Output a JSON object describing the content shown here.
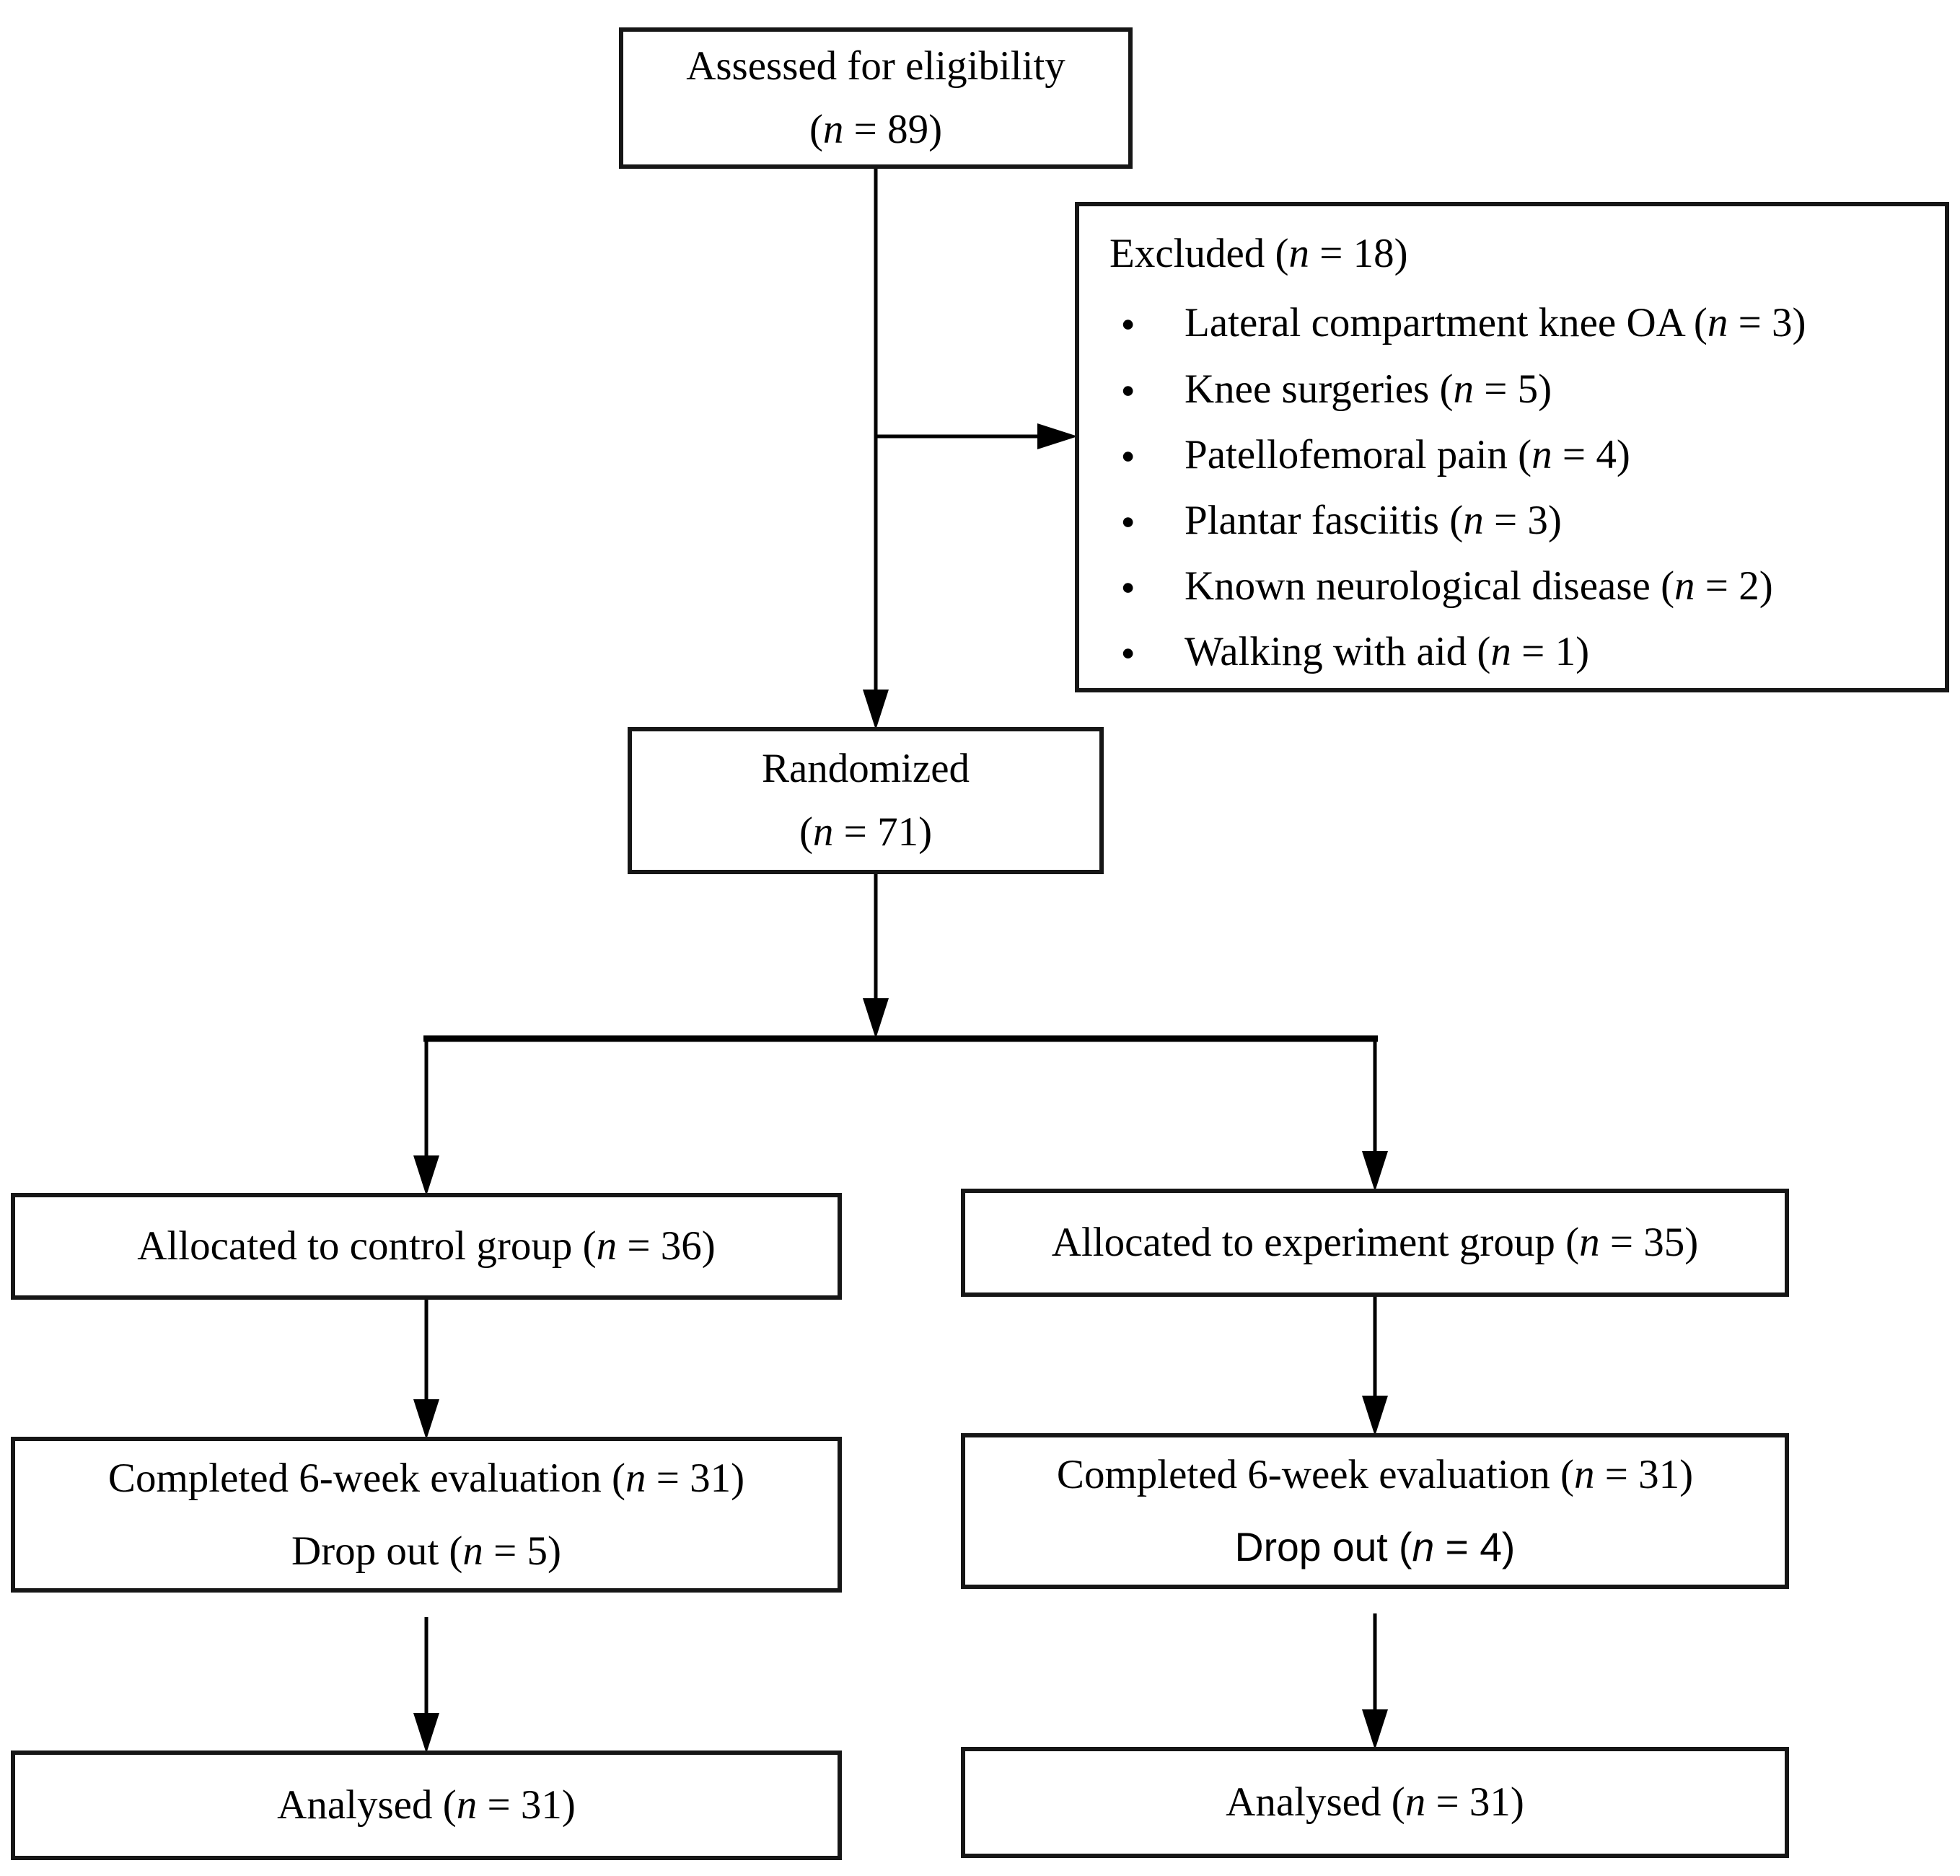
{
  "figure": {
    "type": "consort-participant-flow-diagram",
    "colors": {
      "background": "#ffffff",
      "text": "#000000",
      "box_border": "#161616",
      "connector": "#000000"
    },
    "boxes": {
      "assessed": {
        "lines": [
          [
            {
              "t": "Assessed for eligibility"
            }
          ],
          [
            {
              "t": "("
            },
            {
              "t": "n",
              "c": "it"
            },
            {
              "t": " = 89)"
            }
          ]
        ]
      },
      "excluded": {
        "title": [
          [
            {
              "t": "Excluded ("
            },
            {
              "t": "n",
              "c": "it"
            },
            {
              "t": " = 18)"
            }
          ]
        ],
        "items": [
          [
            {
              "t": "●",
              "c": "dot"
            },
            {
              "t": "Lateral compartment knee OA ("
            },
            {
              "t": "n",
              "c": "it"
            },
            {
              "t": " = 3)"
            }
          ],
          [
            {
              "t": "●",
              "c": "dot"
            },
            {
              "t": "Knee surgeries ("
            },
            {
              "t": "n",
              "c": "it"
            },
            {
              "t": " = 5)"
            }
          ],
          [
            {
              "t": "●",
              "c": "dot"
            },
            {
              "t": "Patellofemoral pain ("
            },
            {
              "t": "n",
              "c": "it"
            },
            {
              "t": " = 4)"
            }
          ],
          [
            {
              "t": "●",
              "c": "dot"
            },
            {
              "t": "Plantar fasciitis ("
            },
            {
              "t": "n",
              "c": "it"
            },
            {
              "t": " = 3)"
            }
          ],
          [
            {
              "t": "●",
              "c": "dot"
            },
            {
              "t": "Known neurological disease ("
            },
            {
              "t": "n",
              "c": "it"
            },
            {
              "t": " = 2)"
            }
          ],
          [
            {
              "t": "●",
              "c": "dot"
            },
            {
              "t": "Walking with aid ("
            },
            {
              "t": "n",
              "c": "it"
            },
            {
              "t": " = 1)"
            }
          ]
        ]
      },
      "randomized": {
        "lines": [
          [
            {
              "t": "Randomized"
            }
          ],
          [
            {
              "t": "("
            },
            {
              "t": "n",
              "c": "it"
            },
            {
              "t": " = 71)"
            }
          ]
        ]
      },
      "allocated_control": {
        "lines": [
          [
            {
              "t": "Allocated to control group ("
            },
            {
              "t": "n",
              "c": "it"
            },
            {
              "t": " = 36)"
            }
          ]
        ]
      },
      "allocated_experiment": {
        "lines": [
          [
            {
              "t": "Allocated to experiment group ("
            },
            {
              "t": "n",
              "c": "it"
            },
            {
              "t": " = 35)"
            }
          ]
        ]
      },
      "completed_control": {
        "lines": [
          [
            {
              "t": "Completed 6-week evaluation ("
            },
            {
              "t": "n",
              "c": "it"
            },
            {
              "t": " = 31)"
            }
          ],
          [
            {
              "t": "Drop out ("
            },
            {
              "t": "n",
              "c": "it"
            },
            {
              "t": " = 5)"
            }
          ]
        ]
      },
      "completed_experiment": {
        "lines": [
          [
            {
              "t": "Completed 6-week evaluation ("
            },
            {
              "t": "n",
              "c": "it"
            },
            {
              "t": " = 31)"
            }
          ],
          [
            {
              "t": "Drop out (",
              "c": "sans"
            },
            {
              "t": "n",
              "c": "sans it"
            },
            {
              "t": " = 4)",
              "c": "sans"
            }
          ]
        ]
      },
      "analysed_control": {
        "lines": [
          [
            {
              "t": "Analysed ("
            },
            {
              "t": "n",
              "c": "it"
            },
            {
              "t": " = 31)"
            }
          ]
        ]
      },
      "analysed_experiment": {
        "lines": [
          [
            {
              "t": "Analysed ("
            },
            {
              "t": "n",
              "c": "it"
            },
            {
              "t": " = 31)"
            }
          ]
        ]
      }
    }
  }
}
